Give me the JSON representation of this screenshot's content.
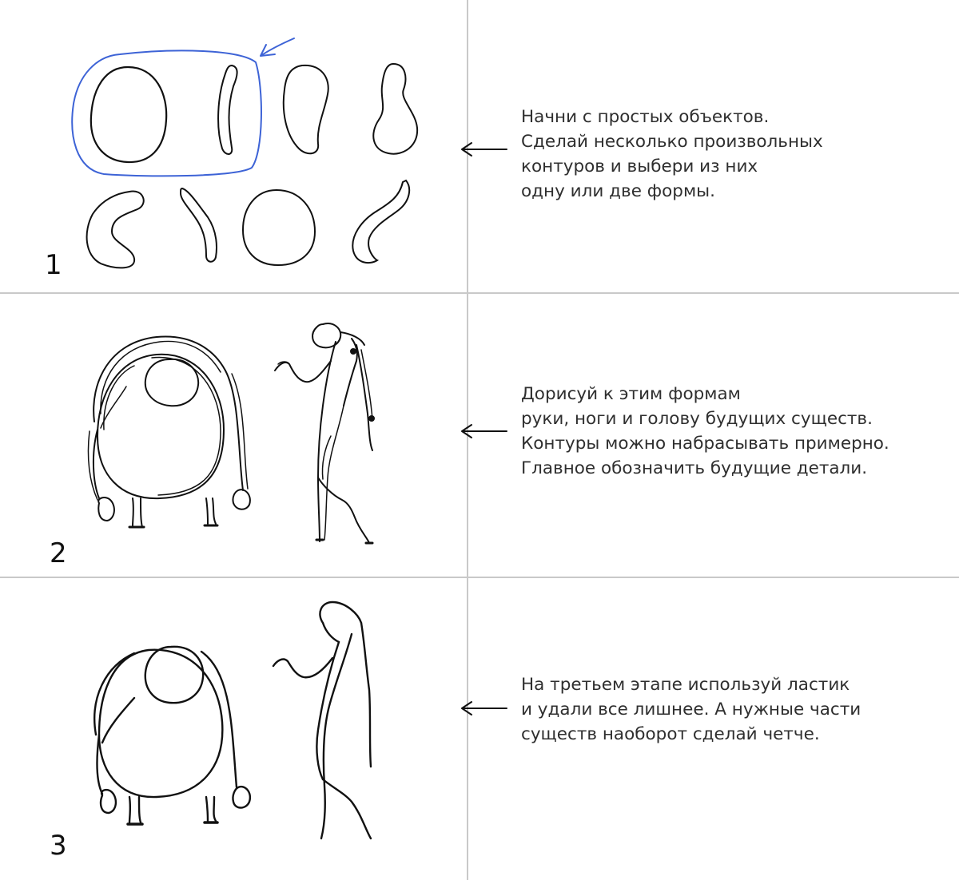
{
  "steps": [
    {
      "number": "1",
      "lines": [
        "Начни с простых объектов.",
        "Сделай несколько произвольных",
        "контуров и выбери из них",
        "одну или две формы."
      ]
    },
    {
      "number": "2",
      "lines": [
        "Дорисуй к этим формам",
        "руки, ноги и голову будущих существ.",
        "Контуры можно набрасывать примерно.",
        "Главное обозначить будущие детали."
      ]
    },
    {
      "number": "3",
      "lines": [
        "На третьем этапе используй ластик",
        "и удали все лишнее. А нужные части",
        "существ наоборот сделай четче."
      ]
    }
  ],
  "colors": {
    "highlight": "#3d63d6",
    "ink": "#111111",
    "divider": "#c9c9c9",
    "text": "#2f2f2f"
  }
}
